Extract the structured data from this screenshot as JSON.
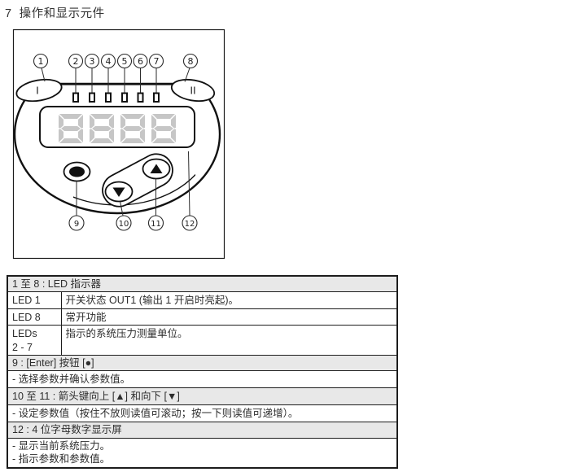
{
  "heading": {
    "number": "7",
    "text": "操作和显示元件"
  },
  "diagram": {
    "marker_left": "I",
    "marker_right": "II",
    "display_value": "8888",
    "led_count": 6,
    "callouts": [
      "1",
      "2",
      "3",
      "4",
      "5",
      "6",
      "7",
      "8",
      "9",
      "10",
      "11",
      "12"
    ],
    "buttons": {
      "enter": "dot",
      "down": "triangle-down",
      "up": "triangle-up"
    }
  },
  "table": {
    "rows": [
      {
        "type": "header",
        "text": "1 至 8 : LED 指示器"
      },
      {
        "type": "pair",
        "col1": "LED 1",
        "col2": "开关状态 OUT1 (输出 1 开启时亮起)。"
      },
      {
        "type": "pair",
        "col1": "LED 8",
        "col2": "常开功能"
      },
      {
        "type": "pair",
        "col1": "LEDs\n2 - 7",
        "col2": "指示的系统压力测量单位。"
      },
      {
        "type": "header",
        "text": "9 : [Enter] 按钮 [●]"
      },
      {
        "type": "full",
        "text": "- 选择参数并确认参数值。"
      },
      {
        "type": "header",
        "text": "10 至 11 : 箭头键向上 [▲] 和向下 [▼]"
      },
      {
        "type": "full",
        "text": "- 设定参数值（按住不放则读值可滚动；按一下则读值可递增）。"
      },
      {
        "type": "header",
        "text": "12 : 4 位字母数字显示屏"
      },
      {
        "type": "full",
        "text": "- 显示当前系统压力。\n- 指示参数和参数值。"
      }
    ]
  },
  "colors": {
    "table_header_bg": "#e8e8e8",
    "border": "#1c1c1c",
    "digit_gray": "#c6c6c6",
    "line_black": "#111111"
  }
}
